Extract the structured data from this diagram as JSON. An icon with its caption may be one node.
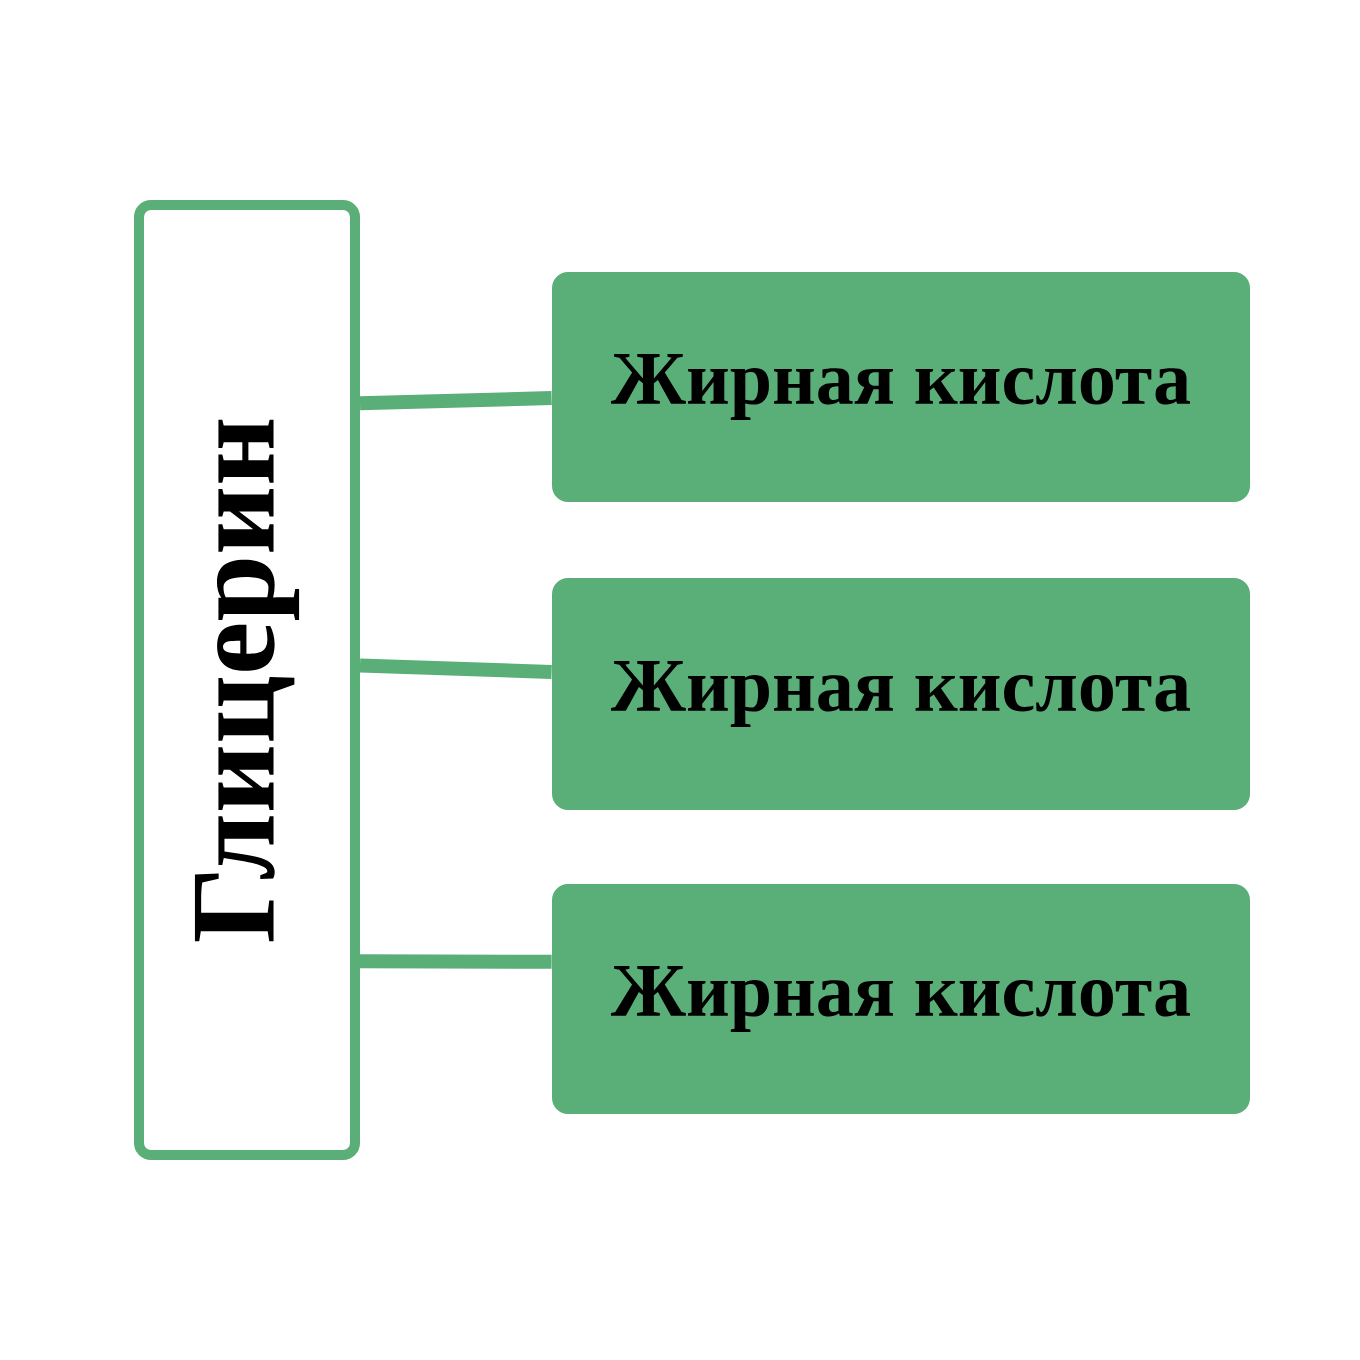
{
  "diagram": {
    "nodes": [
      {
        "text": [
          "Глицерин"
        ]
      },
      {
        "text": [
          "Жирная кислота"
        ]
      },
      {
        "text": [
          "Жирная кислота"
        ]
      },
      {
        "text": [
          "Жирная кислота"
        ]
      }
    ],
    "edges": [
      {
        "from": 0,
        "to": 1,
        "arrow": "none"
      },
      {
        "from": 0,
        "to": 2,
        "arrow": "none"
      },
      {
        "from": 0,
        "to": 3,
        "arrow": "none"
      }
    ]
  }
}
